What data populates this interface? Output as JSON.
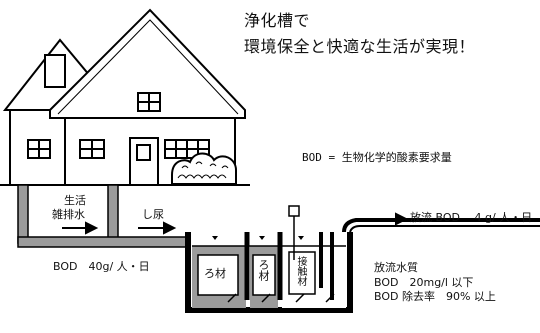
{
  "headline": {
    "line1": "浄化槽で",
    "line2": "環境保全と快適な生活が実現！"
  },
  "bod_definition": "BOD = 生物化学的酸素要求量",
  "inflow": {
    "domestic_wastewater": [
      "生活",
      "雑排水"
    ],
    "night_soil": "し尿",
    "bod_in": "BOD　40g/ 人・日"
  },
  "outflow": {
    "bod_out": "放流 BOD　 4 g/ 人・日",
    "quality_title": "放流水質",
    "quality_bod": "BOD　20mg/l 以下",
    "quality_removal": "BOD 除去率　90% 以上"
  },
  "tank_chambers": [
    "ろ材",
    "ろ材",
    "接触材"
  ],
  "colors": {
    "water": "#9b9b9b",
    "line": "#000000",
    "background": "#ffffff"
  }
}
